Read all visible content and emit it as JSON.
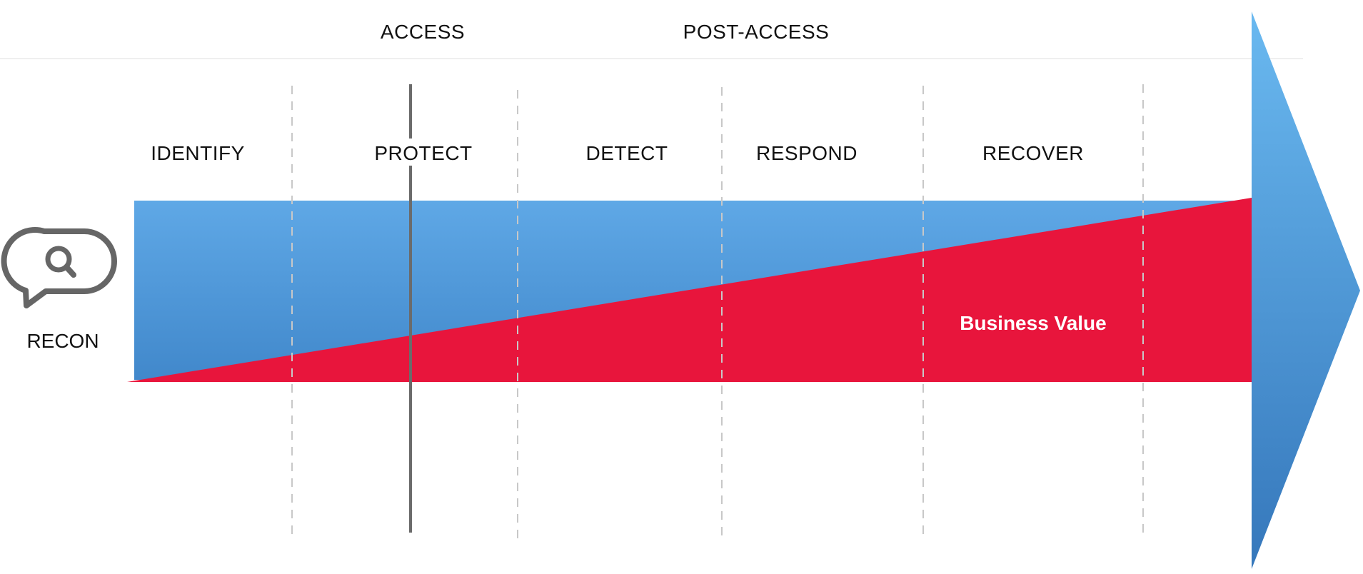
{
  "groups": {
    "access": "ACCESS",
    "post_access": "POST-ACCESS"
  },
  "phases": {
    "identify": "IDENTIFY",
    "protect": "PROTECT",
    "detect": "DETECT",
    "respond": "RESPOND",
    "recover": "RECOVER"
  },
  "recon": {
    "label": "RECON",
    "icon": "search-chat-icon"
  },
  "business_value": "Business Value",
  "colors": {
    "blue_light": "#61ADEB",
    "blue_dark": "#3A80C5",
    "red": "#E8153C",
    "divider": "#C8C8C8",
    "access_line": "#6B6B6B",
    "icon": "#666666"
  }
}
